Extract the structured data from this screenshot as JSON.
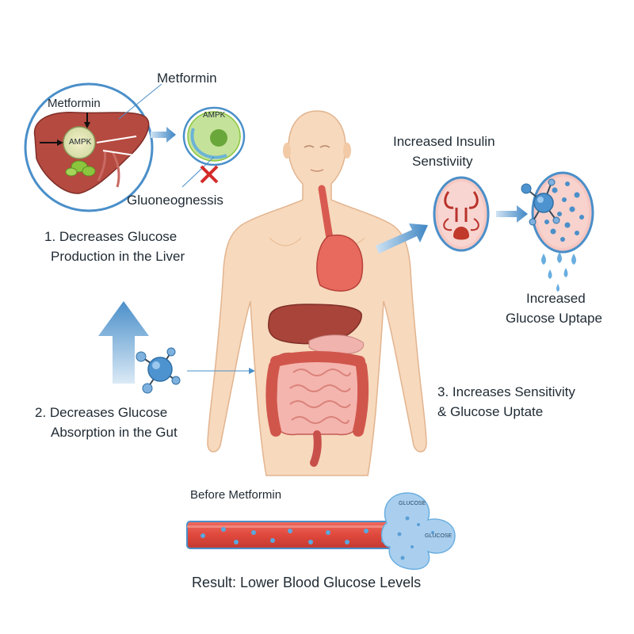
{
  "liver_inset": {
    "metformin_outer": "Metformin",
    "metformin_inner": "Metformin",
    "ampk_liver": "AMPK",
    "ampk_cell": "AMPK",
    "gluconeogenesis": "Gluoneognessis"
  },
  "steps": {
    "step1": [
      "1. Decreases Glucose",
      "Production in the Liver"
    ],
    "step2": [
      "2. Decreases Glucose",
      "Absorption in the Gut"
    ],
    "step3": [
      "3. Increases Sensitivity",
      "& Glucose Uptate"
    ]
  },
  "insulin": {
    "title": [
      "Increased Insulin",
      "Senstiviity"
    ],
    "uptake": [
      "Increased",
      "Glucose Uptape"
    ]
  },
  "blood": {
    "before": "Before Metformin",
    "glucose_top": "GLUCOSE",
    "glucose_right": "GLUCOSE",
    "result": "Result: Lower Blood Glucose Levels"
  },
  "colors": {
    "accent_blue": "#4a8fc9",
    "organ_red": "#c9453c",
    "skin": "#f7d9bd",
    "cell_green": "#8cc63f"
  }
}
